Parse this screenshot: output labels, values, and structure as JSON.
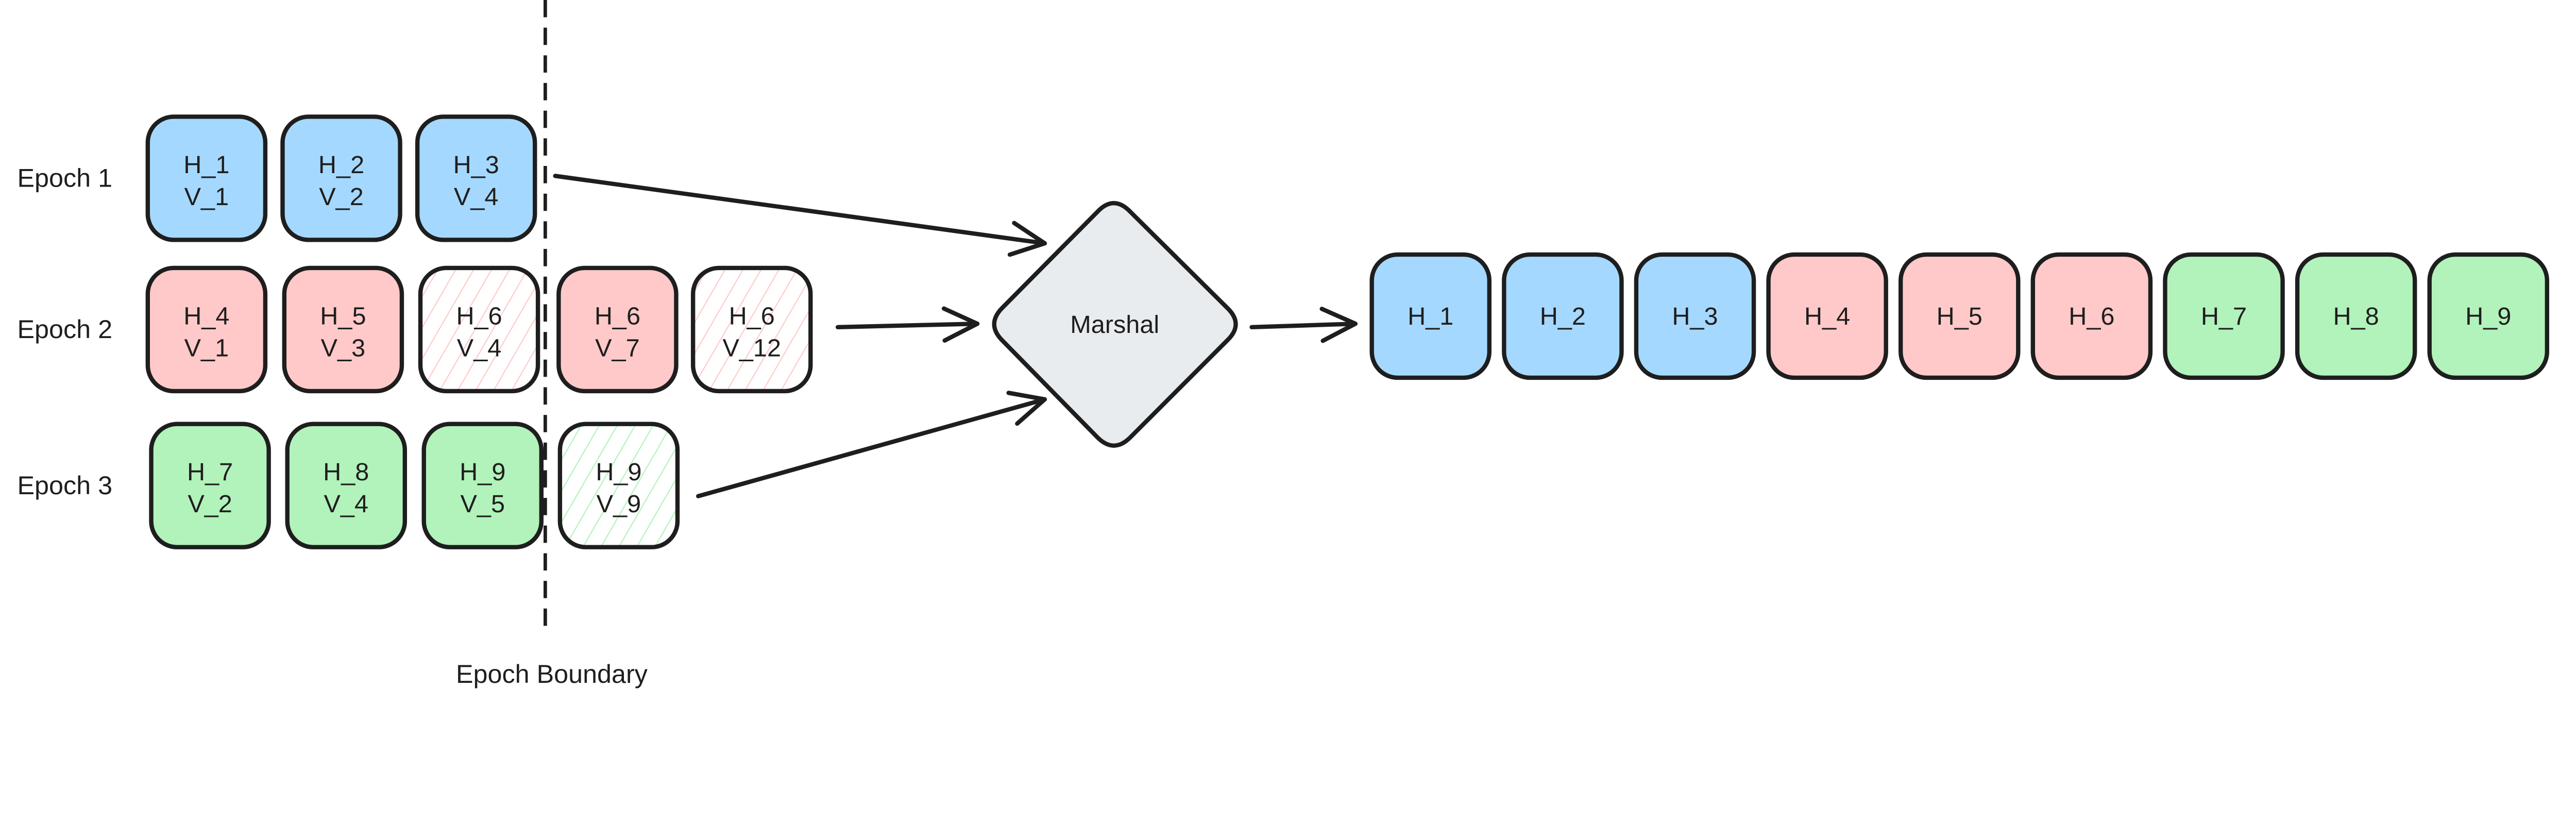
{
  "colors": {
    "stroke": "#1e1e1e",
    "epoch1": "#a5d8ff",
    "epoch2": "#ffc9c9",
    "epoch3": "#b2f2bb",
    "marshal": "#e9ecef"
  },
  "epochs": [
    {
      "label": "Epoch 1",
      "color": "epoch1",
      "blocks": [
        {
          "h": "H_1",
          "v": "V_1",
          "hatched": false
        },
        {
          "h": "H_2",
          "v": "V_2",
          "hatched": false
        },
        {
          "h": "H_3",
          "v": "V_4",
          "hatched": false
        }
      ]
    },
    {
      "label": "Epoch 2",
      "color": "epoch2",
      "blocks": [
        {
          "h": "H_4",
          "v": "V_1",
          "hatched": false
        },
        {
          "h": "H_5",
          "v": "V_3",
          "hatched": false
        },
        {
          "h": "H_6",
          "v": "V_4",
          "hatched": true
        },
        {
          "h": "H_6",
          "v": "V_7",
          "hatched": false
        },
        {
          "h": "H_6",
          "v": "V_12",
          "hatched": true
        }
      ]
    },
    {
      "label": "Epoch 3",
      "color": "epoch3",
      "blocks": [
        {
          "h": "H_7",
          "v": "V_2",
          "hatched": false
        },
        {
          "h": "H_8",
          "v": "V_4",
          "hatched": false
        },
        {
          "h": "H_9",
          "v": "V_5",
          "hatched": false
        },
        {
          "h": "H_9",
          "v": "V_9",
          "hatched": true
        }
      ]
    }
  ],
  "boundary_label": "Epoch Boundary",
  "marshal_label": "Marshal",
  "output": [
    {
      "h": "H_1",
      "color": "epoch1"
    },
    {
      "h": "H_2",
      "color": "epoch1"
    },
    {
      "h": "H_3",
      "color": "epoch1"
    },
    {
      "h": "H_4",
      "color": "epoch2"
    },
    {
      "h": "H_5",
      "color": "epoch2"
    },
    {
      "h": "H_6",
      "color": "epoch2"
    },
    {
      "h": "H_7",
      "color": "epoch3"
    },
    {
      "h": "H_8",
      "color": "epoch3"
    },
    {
      "h": "H_9",
      "color": "epoch3"
    }
  ]
}
